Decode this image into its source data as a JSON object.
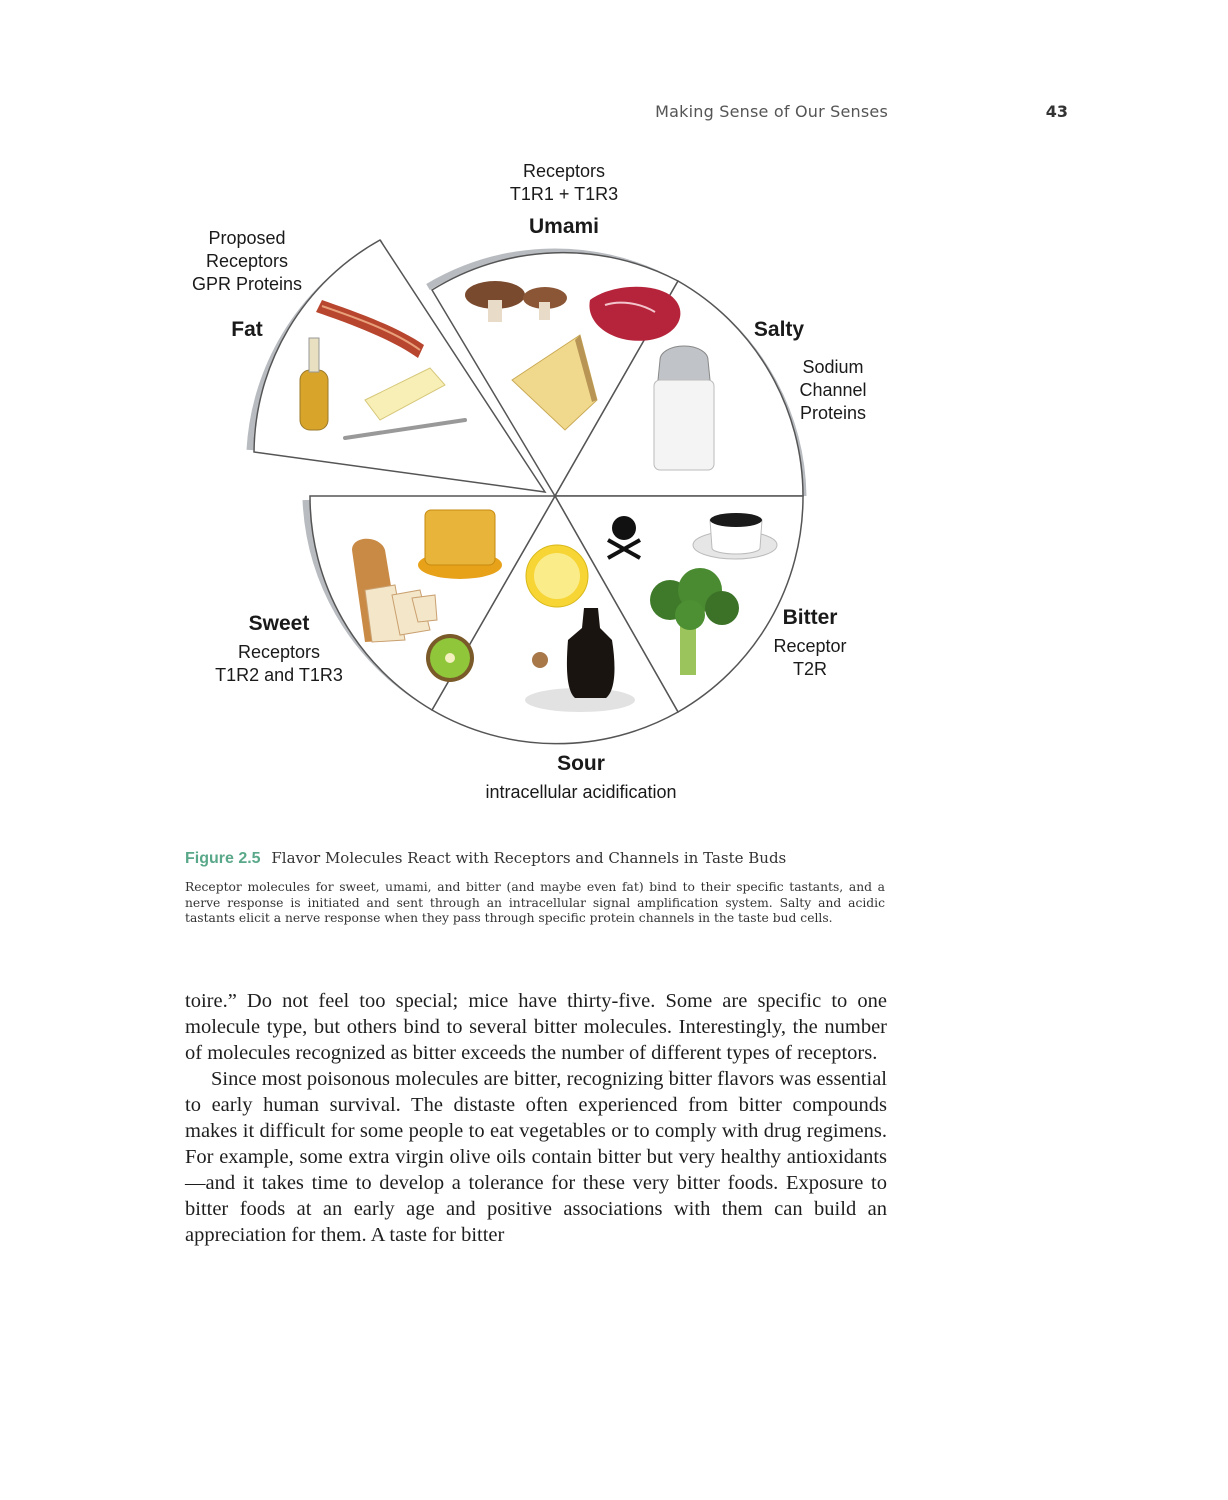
{
  "header": {
    "running_head": "Making Sense of Our Senses",
    "page_number": "43"
  },
  "figure": {
    "labels": {
      "umami": {
        "receptors": "Receptors",
        "receptor_ids": "T1R1 + T1R3",
        "name": "Umami"
      },
      "fat": {
        "line1": "Proposed",
        "line2": "Receptors",
        "line3": "GPR Proteins",
        "name": "Fat"
      },
      "salty": {
        "name": "Salty",
        "line1": "Sodium",
        "line2": "Channel",
        "line3": "Proteins"
      },
      "bitter": {
        "name": "Bitter",
        "line1": "Receptor",
        "line2": "T2R"
      },
      "sweet": {
        "name": "Sweet",
        "line1": "Receptors",
        "line2": "T1R2 and T1R3"
      },
      "sour": {
        "name": "Sour",
        "line1": "intracellular acidification"
      }
    },
    "caption_number": "Figure 2.5",
    "caption_title": "Flavor Molecules React with Receptors and Channels in Taste Buds",
    "caption_body": "Receptor molecules for sweet, umami, and bitter (and maybe even fat) bind to their specific tastants, and a nerve response is initiated and sent through an intracellular signal amplification system. Salty and acidic tastants elicit a nerve response when they pass through specific protein channels in the taste bud cells."
  },
  "body": {
    "p1": "toire.” Do not feel too special; mice have thirty-five. Some are specific to one molecule type, but others bind to several bitter molecules. Interestingly, the number of molecules recognized as bitter exceeds the number of different types of receptors.",
    "p2": "Since most poisonous molecules are bitter, recognizing bitter flavors was essential to early human survival. The distaste often experienced from bitter compounds makes it difficult for some people to eat vegetables or to comply with drug regimens. For example, some extra virgin olive oils contain bitter but very healthy antioxidants—and it takes time to develop a tolerance for these very bitter foods. Exposure to bitter foods at an early age and positive associations with them can build an appreciation for them. A taste for bitter"
  }
}
